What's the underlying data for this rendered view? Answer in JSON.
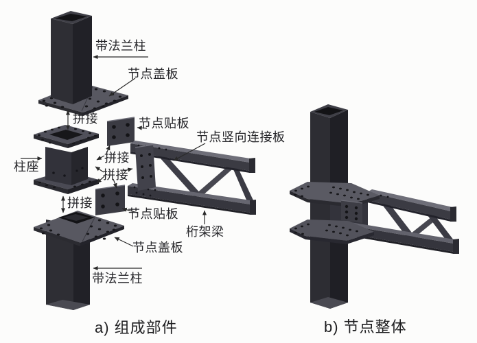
{
  "figure_title": "truss-beam-to-column-joint-diagram",
  "palette": {
    "background": "#fcfcfb",
    "steel_darkest": "#1f1f25",
    "steel_dark": "#2d2d33",
    "steel_mid": "#3b3b43",
    "steel_plate": "#585861",
    "steel_flange": "#6e6e78",
    "bolt_hole": "#141417",
    "annotation": "#2a2a2a"
  },
  "panel_a": {
    "caption": "a) 组成部件",
    "labels": {
      "flange_column_top": "带法兰柱",
      "cover_plate_top": "节点盖板",
      "splice": "拼接",
      "patch_plate_top": "节点贴板",
      "vertical_connecting_plate": "节点竖向连接板",
      "column_base": "柱座",
      "patch_plate_bottom": "节点贴板",
      "truss_beam": "桁架梁",
      "cover_plate_bottom": "节点盖板",
      "flange_column_bottom": "带法兰柱"
    }
  },
  "panel_b": {
    "caption": "b) 节点整体"
  }
}
